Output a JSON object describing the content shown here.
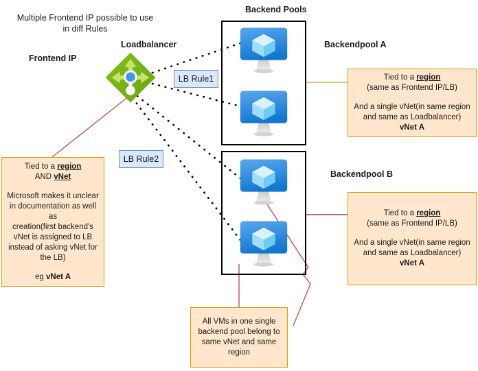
{
  "diagram": {
    "title_labels": {
      "frontend_note": "Multiple Frontend IP possible to use\nin diff Rules",
      "frontend_ip": "Frontend IP",
      "loadbalancer": "Loadbalancer",
      "backend_pools": "Backend Pools",
      "backendpool_a": "Backendpool A",
      "backendpool_b": "Backendpool B"
    },
    "rules": [
      {
        "id": "lb-rule-1",
        "label": "LB Rule1"
      },
      {
        "id": "lb-rule-2",
        "label": "LB Rule2"
      }
    ],
    "notes": {
      "frontend": {
        "line1_prefix": "Tied to a ",
        "line1_underline": "region",
        "line2_prefix": "AND ",
        "line2_underline": "vNet",
        "body": "Microsoft makes it unclear\nin documentation as well as\ncreation(first backend's\nvNet is assigned to LB\ninstead of asking vNet for\nthe LB)",
        "footer_prefix": "eg ",
        "footer_bold": "vNet A"
      },
      "pool_a": {
        "line1_prefix": "Tied to a ",
        "line1_underline": "region",
        "line2": "(same as Frontend IP/LB)",
        "body": "And a single vNet(in same region\nand same as Loadbalancer)",
        "footer_bold": "vNet A"
      },
      "pool_b": {
        "line1_prefix": "Tied to a ",
        "line1_underline": "region",
        "line2": "(same as Frontend IP/LB)",
        "body": "And a single vNet(in same region\nand same as Loadbalancer)",
        "footer_bold": "vNet A"
      },
      "vm_pool": {
        "body": "All VMs in one single\nbackend pool belong to\nsame vNet and same\nregion"
      }
    },
    "icons": {
      "loadbalancer": "azure-load-balancer-icon",
      "vm": "azure-virtual-machine-icon"
    },
    "vms": [
      {
        "id": "vm-a1",
        "pool": "A"
      },
      {
        "id": "vm-a2",
        "pool": "A"
      },
      {
        "id": "vm-b1",
        "pool": "B"
      },
      {
        "id": "vm-b2",
        "pool": "B"
      }
    ],
    "colors": {
      "note_fill": "#ffe6cc",
      "note_border": "#d79b00",
      "rule_fill": "#dae8fc",
      "rule_border": "#6c8ebf",
      "pool_border": "#000000",
      "connector_dotted": "#000000",
      "connector_red": "#b85450",
      "connector_gold": "#d6b656",
      "lb_green": "#7ab317",
      "lb_green_dark": "#5f8f0f",
      "lb_center_blue": "#3399ff",
      "vm_blue_top": "#4ea0e8",
      "vm_blue_bottom": "#1a7ad1",
      "vm_cube": "#b9e6fb"
    }
  }
}
